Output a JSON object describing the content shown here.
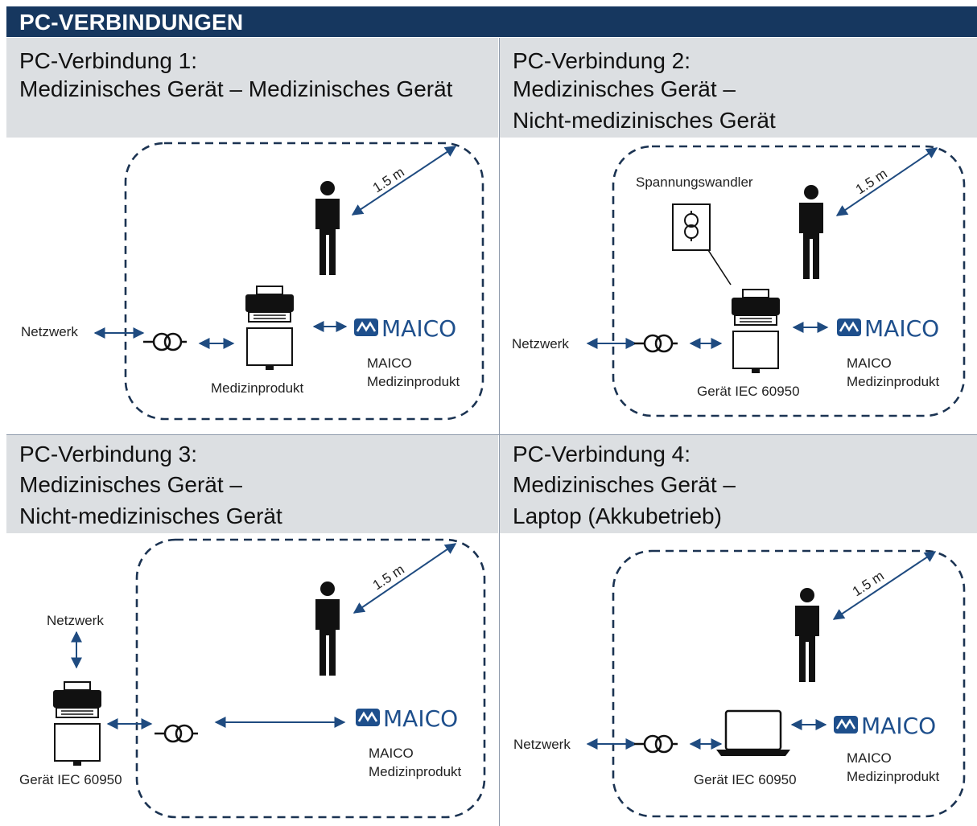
{
  "title": "PC-VERBINDUNGEN",
  "colors": {
    "title_bg": "#16375f",
    "header_bg": "#dcdfe2",
    "dashed_border": "#1b3352",
    "arrows": "#1f4b80",
    "logo": "#1e4f8c"
  },
  "panels": [
    {
      "heading": [
        "PC-Verbindung 1:",
        "Medizinisches Gerät – Medizinisches Gerät"
      ],
      "distance": "1.5 m",
      "network_label": "Netzwerk",
      "device_label": "Medizinprodukt",
      "logo_text": "MAICO",
      "maico_label": [
        "MAICO",
        "Medizinprodukt"
      ]
    },
    {
      "heading": [
        "PC-Verbindung 2:",
        "Medizinisches Gerät –",
        "Nicht-medizinisches Gerät"
      ],
      "distance": "1.5 m",
      "network_label": "Netzwerk",
      "transformer_label": "Spannungswandler",
      "device_label": "Gerät IEC 60950",
      "logo_text": "MAICO",
      "maico_label": [
        "MAICO",
        "Medizinprodukt"
      ]
    },
    {
      "heading": [
        "PC-Verbindung 3:",
        "Medizinisches Gerät –",
        "Nicht-medizinisches Gerät"
      ],
      "distance": "1.5 m",
      "network_label": "Netzwerk",
      "device_label": "Gerät IEC 60950",
      "logo_text": "MAICO",
      "maico_label": [
        "MAICO",
        "Medizinprodukt"
      ]
    },
    {
      "heading": [
        "PC-Verbindung 4:",
        "Medizinisches Gerät –",
        "Laptop (Akkubetrieb)"
      ],
      "distance": "1.5 m",
      "network_label": "Netzwerk",
      "device_label": "Gerät IEC 60950",
      "logo_text": "MAICO",
      "maico_label": [
        "MAICO",
        "Medizinprodukt"
      ]
    }
  ]
}
